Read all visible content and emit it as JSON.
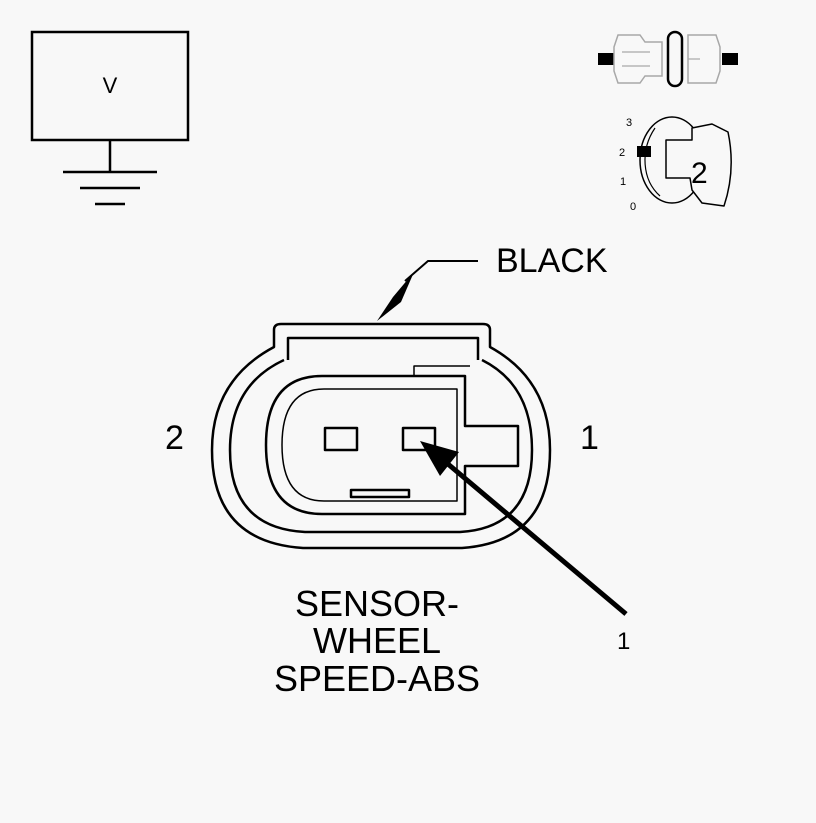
{
  "meter": {
    "label": "V"
  },
  "key_switch": {
    "positions": [
      "3",
      "2",
      "1",
      "0"
    ],
    "selected": "2"
  },
  "connector": {
    "color_label": "BLACK",
    "pin_left": "2",
    "pin_right": "1",
    "callout": "1",
    "name_lines": [
      "SENSOR-",
      "WHEEL",
      "SPEED-ABS"
    ]
  },
  "colors": {
    "line": "#000000",
    "background": "#f8f8f8",
    "muted": "#a0a0a0"
  }
}
